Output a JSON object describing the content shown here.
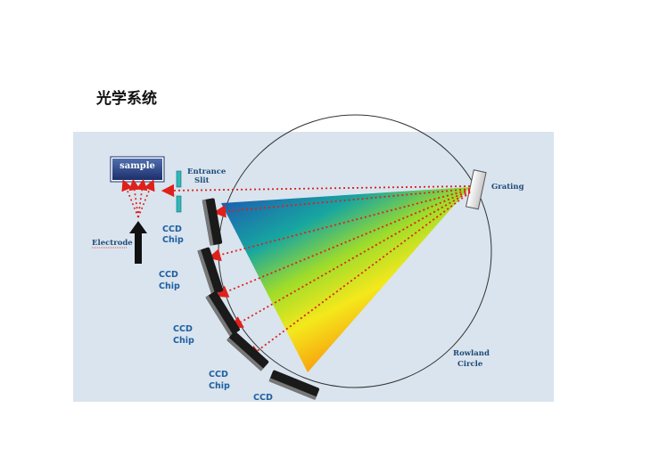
{
  "title": "光学系统",
  "diagram": {
    "sample_label": "sample",
    "entrance_slit_label": [
      "Entrance",
      "Slit"
    ],
    "electrode_label": "Electrode",
    "grating_label": "Grating",
    "rowland_circle_label": [
      "Rowland",
      "Circle"
    ],
    "ccd_labels": [
      [
        "CCD",
        "Chip"
      ],
      [
        "CCD",
        "Chip"
      ],
      [
        "CCD",
        "Chip"
      ],
      [
        "CCD",
        "Chip"
      ],
      [
        "CCD"
      ]
    ],
    "colors": {
      "background": "#d9e4ee",
      "beam_dots": "#e0201a",
      "label_blue": "#1f5fa0",
      "spectrum": [
        "#1d5fb0",
        "#17a6a0",
        "#9fdc2a",
        "#f4e81c",
        "#f7a80f"
      ]
    }
  }
}
